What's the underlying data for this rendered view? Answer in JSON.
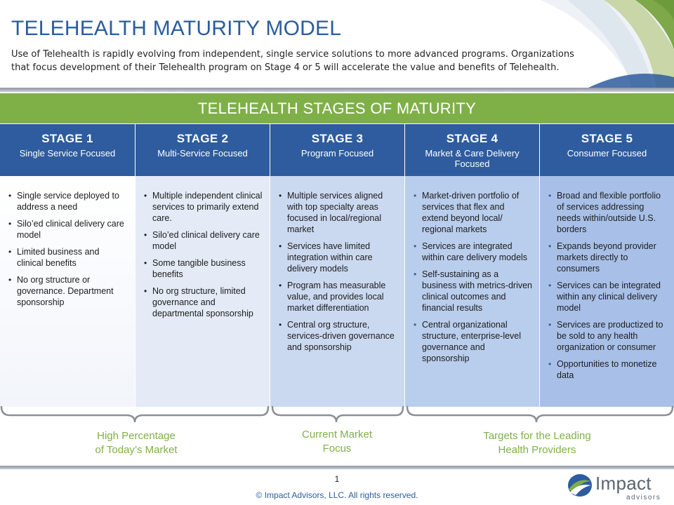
{
  "page": {
    "title": "TELEHEALTH MATURITY MODEL",
    "intro": "Use of Telehealth is rapidly evolving from independent, single service solutions to more advanced programs. Organizations that focus development of their Telehealth program on Stage 4 or 5 will accelerate the value and benefits of Telehealth."
  },
  "banner": {
    "label": "TELEHEALTH STAGES OF MATURITY"
  },
  "stages": [
    {
      "name": "STAGE 1",
      "subtitle": "Single Service Focused",
      "bullets": [
        "Single service deployed to address a need",
        "Silo’ed clinical delivery care model",
        "Limited business and clinical benefits",
        "No org structure or governance. Department sponsorship"
      ]
    },
    {
      "name": "STAGE 2",
      "subtitle": "Multi-Service Focused",
      "bullets": [
        "Multiple independent clinical services to primarily extend care.",
        "Silo’ed clinical delivery care model",
        "Some tangible business benefits",
        "No org structure, limited governance and departmental sponsorship"
      ]
    },
    {
      "name": "STAGE 3",
      "subtitle": "Program Focused",
      "bullets": [
        "Multiple services aligned with top specialty areas focused in local/regional market",
        "Services have limited integration within care delivery models",
        "Program has measurable value, and provides local market differentiation",
        "Central org structure, services-driven governance and sponsorship"
      ]
    },
    {
      "name": "STAGE 4",
      "subtitle": "Market & Care Delivery Focused",
      "bullets": [
        "Market-driven portfolio of services that flex and extend beyond local/ regional markets",
        "Services are integrated within care delivery models",
        "Self-sustaining as a business with metrics-driven clinical outcomes and financial results",
        "Central organizational structure, enterprise-level governance and sponsorship"
      ]
    },
    {
      "name": "STAGE 5",
      "subtitle": "Consumer Focused",
      "bullets": [
        "Broad and flexible portfolio of services addressing needs within/outside U.S. borders",
        "Expands beyond provider markets directly to consumers",
        "Services can be integrated within any clinical delivery model",
        "Services are productized to be sold to any health organization or consumer",
        "Opportunities to monetize data"
      ]
    }
  ],
  "market_groups": [
    {
      "label_line1": "High Percentage",
      "label_line2": "of Today’s Market"
    },
    {
      "label_line1": "Current Market",
      "label_line2": "Focus"
    },
    {
      "label_line1": "Targets for the Leading",
      "label_line2": "Health Providers"
    }
  ],
  "footer": {
    "page_number": "1",
    "copyright": "© Impact Advisors, LLC. All rights reserved.",
    "logo_word": "Impact",
    "logo_sub": "advisors"
  },
  "colors": {
    "title_blue": "#2b5c9e",
    "banner_green": "#7fb048",
    "stage_header_blue": "#2e5c9e",
    "label_green": "#7fb048"
  }
}
